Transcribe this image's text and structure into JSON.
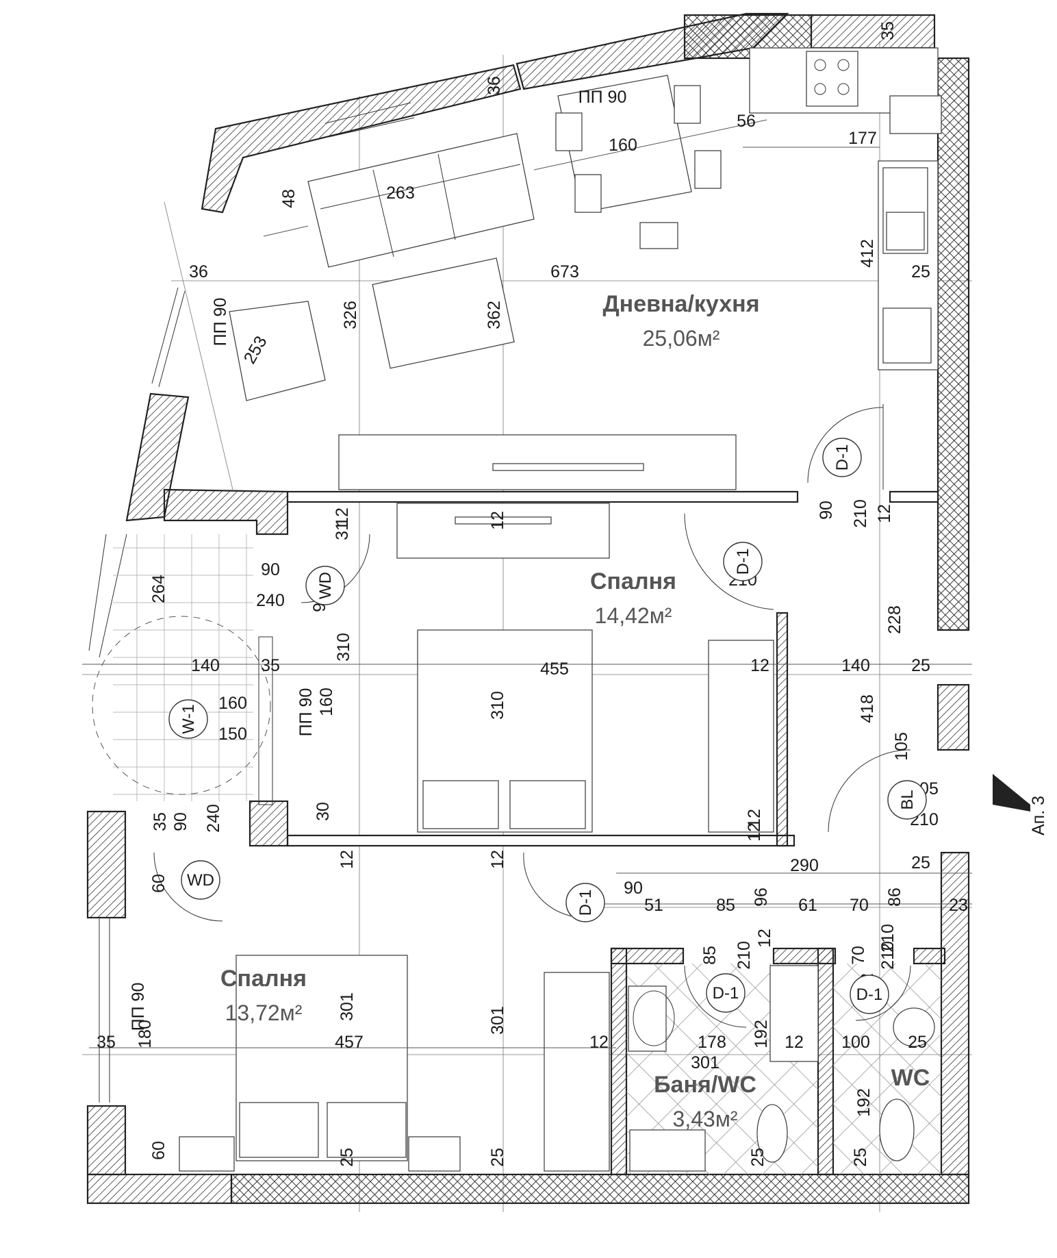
{
  "rooms": {
    "living": {
      "name": "Дневна/кухня",
      "area": "25,06м²"
    },
    "bedroom1": {
      "name": "Спалня",
      "area": "14,42м²"
    },
    "bedroom2": {
      "name": "Спалня",
      "area": "13,72м²"
    },
    "bath": {
      "name": "Баня/WC",
      "area": "3,43м²"
    },
    "wc": {
      "name": "WC"
    }
  },
  "apartment_marker": "Ап. 3",
  "colors": {
    "wall_hatch": "#333333",
    "room_label": "#555555",
    "line": "#333333"
  },
  "labels": [
    "35",
    "36",
    "ПП 90",
    "56",
    "160",
    "177",
    "48",
    "263",
    "412",
    "36",
    "673",
    "25",
    "ПП 90",
    "326",
    "362",
    "253",
    "31",
    "12",
    "12",
    "90",
    "210",
    "12",
    "90",
    "210",
    "90",
    "240",
    "90",
    "310",
    "228",
    "264",
    "140",
    "35",
    "455",
    "12",
    "140",
    "25",
    "160",
    "150",
    "ПП 90",
    "160",
    "310",
    "418",
    "105",
    "105",
    "210",
    "35",
    "90",
    "240",
    "30",
    "12",
    "12",
    "12",
    "12",
    "25",
    "290",
    "60",
    "90",
    "51",
    "85",
    "96",
    "61",
    "70",
    "86",
    "23",
    "210",
    "85",
    "210",
    "12",
    "70",
    "210",
    "12",
    "301",
    "180",
    "ПП 90",
    "301",
    "301",
    "457",
    "12",
    "178",
    "192",
    "12",
    "100",
    "25",
    "192",
    "35",
    "60",
    "25",
    "25",
    "25",
    "25"
  ],
  "door_marks": [
    "WD",
    "W-1",
    "WD",
    "D-1",
    "D-1",
    "D-1",
    "D-1",
    "D-1",
    "BL"
  ]
}
